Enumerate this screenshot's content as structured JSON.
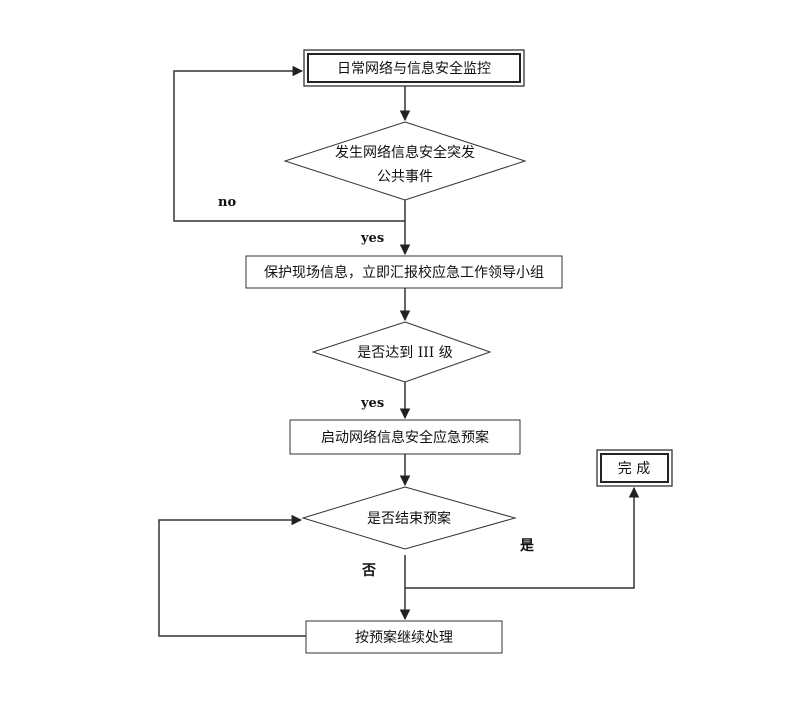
{
  "nodes": {
    "monitor": "日常网络与信息安全监控",
    "incident_line1": "发生网络信息安全突发",
    "incident_line2": "公共事件",
    "protect": "保护现场信息，立即汇报校应急工作领导小组",
    "level_check": "是否达到 III 级",
    "start_plan": "启动网络信息安全应急预案",
    "end_check": "是否结束预案",
    "continue": "按预案继续处理",
    "done": "完 成"
  },
  "edge_labels": {
    "no": "no",
    "yes_1": "yes",
    "yes_2": "yes",
    "shi": "是",
    "fou": "否"
  },
  "colors": {
    "stroke": "#333333",
    "text": "#111111",
    "background": "#ffffff"
  }
}
